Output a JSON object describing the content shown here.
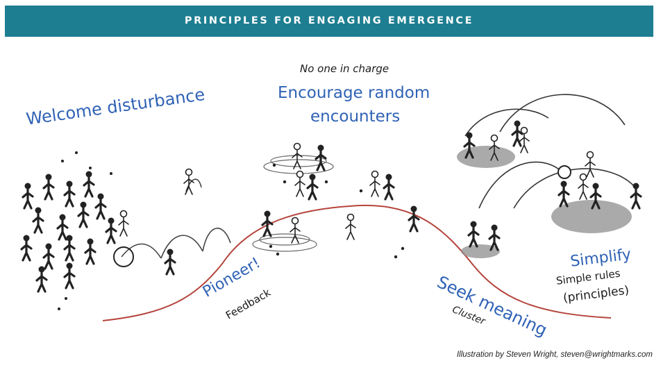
{
  "banner": {
    "title": "PRINCIPLES FOR ENGAGING EMERGENCE"
  },
  "labels": {
    "welcome_disturbance": "Welcome disturbance",
    "no_one_in_charge": "No one in charge",
    "encourage_line1": "Encourage random",
    "encourage_line2": "encounters",
    "pioneer": "Pioneer!",
    "feedback": "Feedback",
    "seek_meaning": "Seek meaning",
    "cluster": "Cluster",
    "simplify": "Simplify",
    "simple_rules": "Simple rules",
    "principles": "(principles)"
  },
  "credit": "Illustration by  Steven Wright, steven@wrightmarks.com",
  "colors": {
    "banner": "#1d7e91",
    "path": "#b5443c",
    "label_blue": "#2f62b5",
    "ink": "#1b1b1b"
  }
}
